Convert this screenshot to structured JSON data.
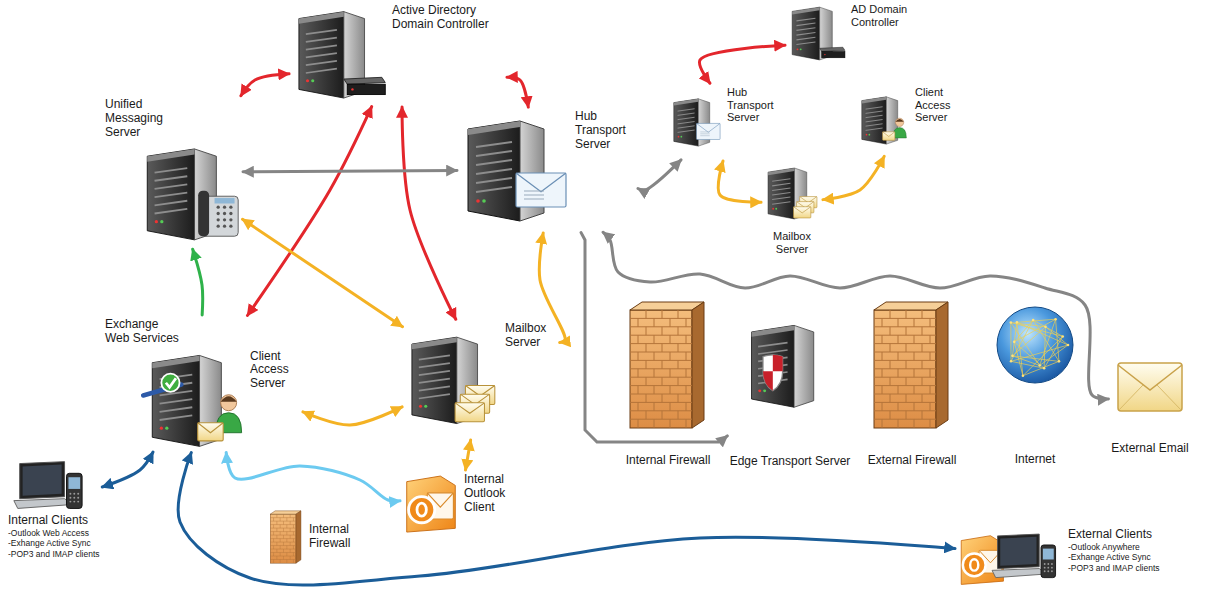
{
  "diagram": {
    "nodes": [
      {
        "text": [
          "Active Directory Domain Controller"
        ]
      },
      {
        "text": [
          "AD Domain Controller"
        ]
      },
      {
        "text": [
          "Unified Messaging Server"
        ]
      },
      {
        "text": [
          "Hub Transport Server"
        ]
      },
      {
        "text": [
          "Hub Transport Server"
        ]
      },
      {
        "text": [
          "Client Access Server"
        ]
      },
      {
        "text": [
          "Mailbox Server"
        ]
      },
      {
        "text": [
          "Exchange Web Services",
          "Client Access Server"
        ]
      },
      {
        "text": [
          "Mailbox Server"
        ]
      },
      {
        "text": [
          "Internal Firewall"
        ]
      },
      {
        "text": [
          "Edge Transport Server"
        ]
      },
      {
        "text": [
          "External Firewall"
        ]
      },
      {
        "text": [
          "Internet"
        ]
      },
      {
        "text": [
          "External Email"
        ]
      },
      {
        "text": [
          "Internal Clients",
          "-Outlook Web Access",
          "-Exhange Active Sync",
          "-POP3 and IMAP clients"
        ]
      },
      {
        "text": [
          "Internal Firewall"
        ]
      },
      {
        "text": [
          "Internal Outlook Client"
        ]
      },
      {
        "text": [
          "External Clients",
          "-Outlook Anywhere",
          "-Exhange Active Sync",
          "-POP3 and IMAP clients"
        ]
      }
    ],
    "edges": [
      {
        "from": 0,
        "to": 2,
        "arrow": "both"
      },
      {
        "from": 0,
        "to": 3,
        "arrow": "both"
      },
      {
        "from": 0,
        "to": 7,
        "arrow": "both"
      },
      {
        "from": 0,
        "to": 8,
        "arrow": "both"
      },
      {
        "from": 2,
        "to": 3,
        "arrow": "both"
      },
      {
        "from": 7,
        "to": 2,
        "arrow": "to"
      },
      {
        "from": 2,
        "to": 8,
        "arrow": "both"
      },
      {
        "from": 3,
        "to": 8,
        "arrow": "both"
      },
      {
        "from": 7,
        "to": 8,
        "arrow": "both"
      },
      {
        "from": 8,
        "to": 16,
        "arrow": "both"
      },
      {
        "from": 7,
        "to": 16,
        "arrow": "both"
      },
      {
        "from": 14,
        "to": 7,
        "arrow": "both"
      },
      {
        "from": 7,
        "to": 17,
        "arrow": "both"
      },
      {
        "from": 3,
        "to": 4,
        "arrow": "both"
      },
      {
        "from": 1,
        "to": 4,
        "arrow": "both"
      },
      {
        "from": 4,
        "to": 6,
        "arrow": "both"
      },
      {
        "from": 6,
        "to": 5,
        "arrow": "both"
      },
      {
        "from": 3,
        "to": 10,
        "arrow": "to"
      },
      {
        "from": 3,
        "to": 13,
        "arrow": "both"
      }
    ]
  }
}
